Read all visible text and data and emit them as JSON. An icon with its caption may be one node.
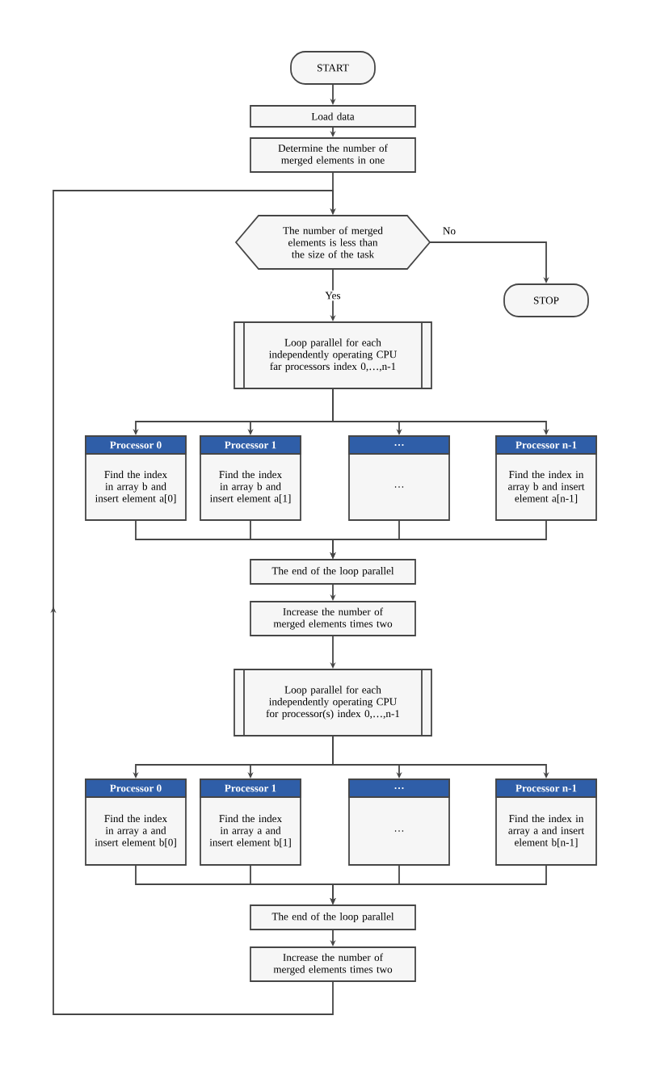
{
  "diagram": {
    "nodes": [
      {
        "text": [
          "START"
        ]
      },
      {
        "text": [
          "Load data"
        ]
      },
      {
        "text": [
          "Determine the number of merged elements in one"
        ]
      },
      {
        "text": [
          "The number of merged elements is less than the size of the task"
        ]
      },
      {
        "text": [
          "STOP"
        ]
      },
      {
        "text": [
          "Loop parallel for each independently operating CPU far processors index 0,…,n-1"
        ]
      },
      {
        "text": [
          "Processor 0",
          "Find the index in array b and insert element a[0]"
        ]
      },
      {
        "text": [
          "Processor 1",
          "Find the index in array b and insert element a[1]"
        ]
      },
      {
        "text": [
          "…",
          "…"
        ]
      },
      {
        "text": [
          "Processor n-1",
          "Find the index in array b and insert element a[n-1]"
        ]
      },
      {
        "text": [
          "The end of the loop parallel"
        ]
      },
      {
        "text": [
          "Increase the number of merged elements times two"
        ]
      },
      {
        "text": [
          "Loop parallel for each independently operating CPU for processor(s) index 0,…,n-1"
        ]
      },
      {
        "text": [
          "Processor 0",
          "Find the index in array a and insert element b[0]"
        ]
      },
      {
        "text": [
          "Processor 1",
          "Find the index in array a and insert element b[1]"
        ]
      },
      {
        "text": [
          "…",
          "…"
        ]
      },
      {
        "text": [
          "Processor n-1",
          "Find the index in array a and insert element b[n-1]"
        ]
      },
      {
        "text": [
          "The end of the loop parallel"
        ]
      },
      {
        "text": [
          "Increase the number of merged elements times two"
        ]
      }
    ],
    "edges": [
      {
        "from": 0,
        "to": 1,
        "arrow": "to"
      },
      {
        "from": 1,
        "to": 2,
        "arrow": "to"
      },
      {
        "from": 2,
        "to": 3,
        "arrow": "to"
      },
      {
        "from": 3,
        "to": 4,
        "arrow": "to",
        "label": "No"
      },
      {
        "from": 3,
        "to": 5,
        "arrow": "to",
        "label": "Yes"
      },
      {
        "from": 5,
        "to": 6,
        "arrow": "to"
      },
      {
        "from": 5,
        "to": 7,
        "arrow": "to"
      },
      {
        "from": 5,
        "to": 8,
        "arrow": "to"
      },
      {
        "from": 5,
        "to": 9,
        "arrow": "to"
      },
      {
        "from": 6,
        "to": 10,
        "arrow": "to"
      },
      {
        "from": 7,
        "to": 10,
        "arrow": "to"
      },
      {
        "from": 8,
        "to": 10,
        "arrow": "to"
      },
      {
        "from": 9,
        "to": 10,
        "arrow": "to"
      },
      {
        "from": 10,
        "to": 11,
        "arrow": "to"
      },
      {
        "from": 11,
        "to": 12,
        "arrow": "to"
      },
      {
        "from": 12,
        "to": 13,
        "arrow": "to"
      },
      {
        "from": 12,
        "to": 14,
        "arrow": "to"
      },
      {
        "from": 12,
        "to": 15,
        "arrow": "to"
      },
      {
        "from": 12,
        "to": 16,
        "arrow": "to"
      },
      {
        "from": 13,
        "to": 17,
        "arrow": "to"
      },
      {
        "from": 14,
        "to": 17,
        "arrow": "to"
      },
      {
        "from": 15,
        "to": 17,
        "arrow": "to"
      },
      {
        "from": 16,
        "to": 17,
        "arrow": "to"
      },
      {
        "from": 17,
        "to": 18,
        "arrow": "to"
      },
      {
        "from": 18,
        "to": 3,
        "arrow": "to"
      }
    ]
  }
}
